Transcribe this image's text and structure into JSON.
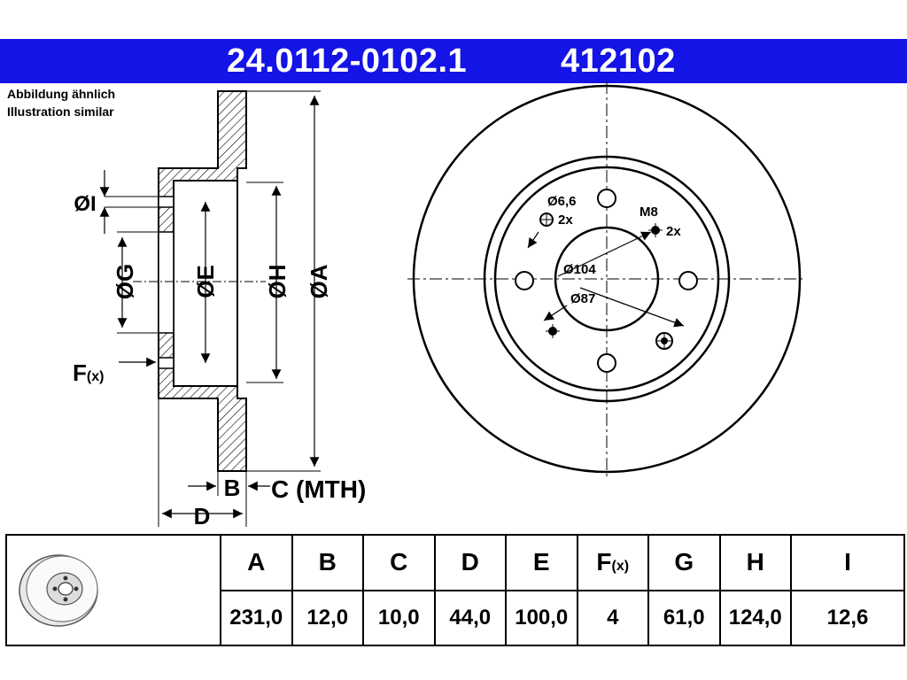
{
  "header": {
    "part_number": "24.0112-0102.1",
    "reference": "412102",
    "background_color": "#1414e6"
  },
  "note": {
    "line1": "Abbildung ähnlich",
    "line2": "Illustration similar"
  },
  "section_labels": {
    "I": "ØI",
    "G": "ØG",
    "E": "ØE",
    "H": "ØH",
    "A": "ØA",
    "F": "F",
    "F_sub": "(x)",
    "B": "B",
    "C": "C (MTH)",
    "D": "D"
  },
  "face_labels": {
    "hole": "Ø6,6",
    "hole_count": "2x",
    "thread": "M8",
    "thread_count": "2x",
    "pcd": "Ø104",
    "center": "Ø87"
  },
  "table": {
    "headers": [
      "A",
      "B",
      "C",
      "D",
      "E",
      "F",
      "G",
      "H",
      "I"
    ],
    "f_sub": "(x)",
    "values": [
      "231,0",
      "12,0",
      "10,0",
      "44,0",
      "100,0",
      "4",
      "61,0",
      "124,0",
      "12,6"
    ]
  }
}
